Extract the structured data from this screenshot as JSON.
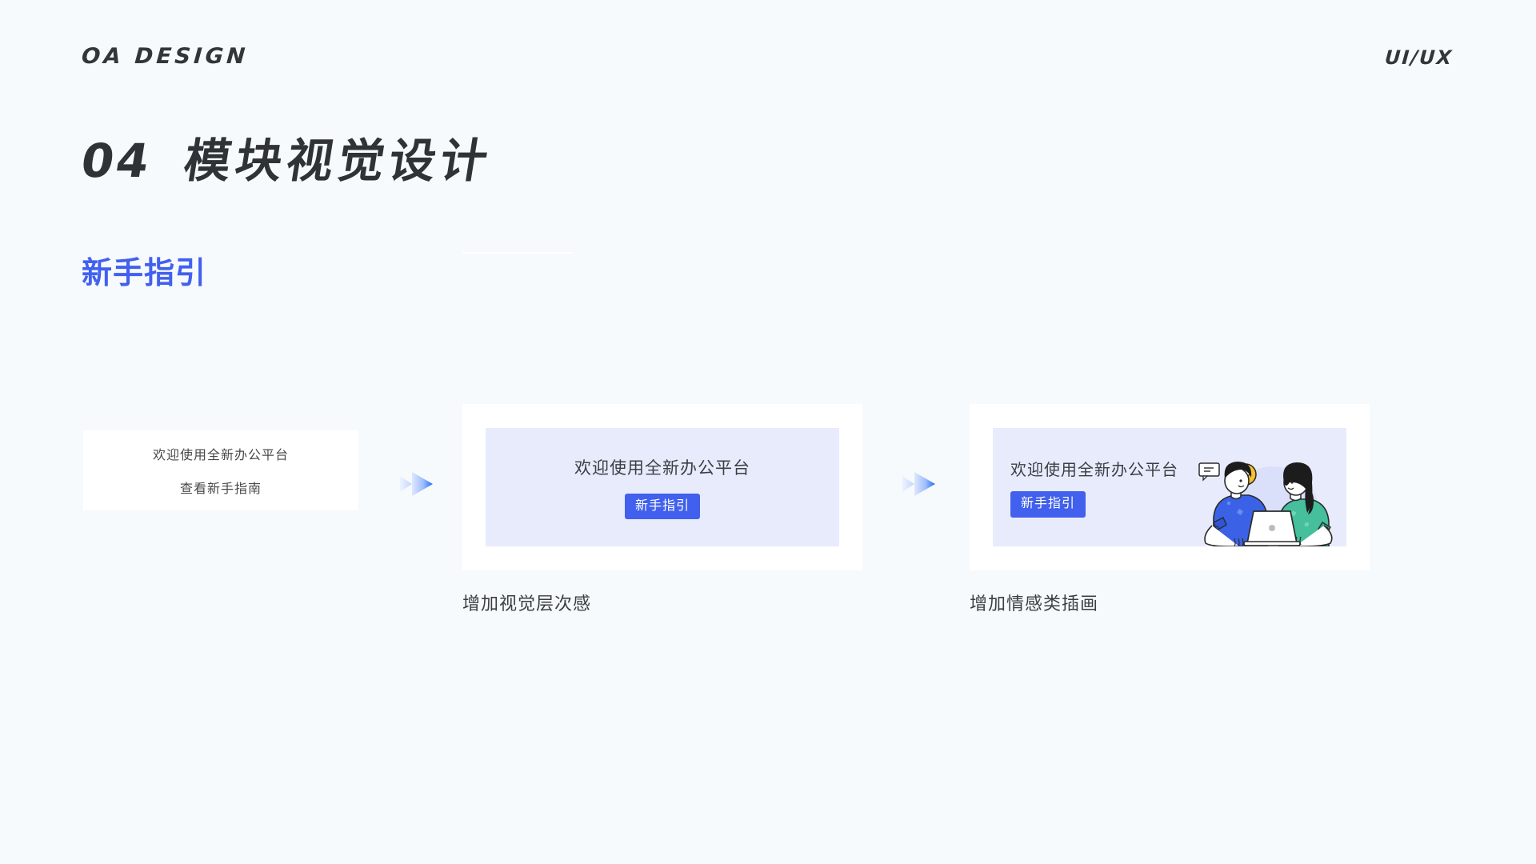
{
  "header": {
    "brand_left": "OA DESIGN",
    "brand_right": "UI/UX"
  },
  "title": {
    "number": "04",
    "text": "模块视觉设计"
  },
  "section": {
    "label": "新手指引"
  },
  "colors": {
    "background": "#f6fafc",
    "accent_blue": "#4160ed",
    "panel_lavender": "#e8ebfc",
    "card_white": "#ffffff",
    "heading_dark": "#2f3236",
    "body_text": "#3b3f45"
  },
  "flow": {
    "arrow_icon": "double-chevron-right-icon",
    "steps": [
      {
        "id": "step-1",
        "style": "plain",
        "lines": [
          "欢迎使用全新办公平台",
          "查看新手指南"
        ],
        "caption": ""
      },
      {
        "id": "step-2",
        "style": "panel-centered",
        "heading": "欢迎使用全新办公平台",
        "cta": "新手指引",
        "caption": "增加视觉层次感"
      },
      {
        "id": "step-3",
        "style": "panel-illustrated",
        "heading": "欢迎使用全新办公平台",
        "cta": "新手指引",
        "caption": "增加情感类插画",
        "illustration": "two-people-at-laptop-illustration"
      }
    ]
  }
}
